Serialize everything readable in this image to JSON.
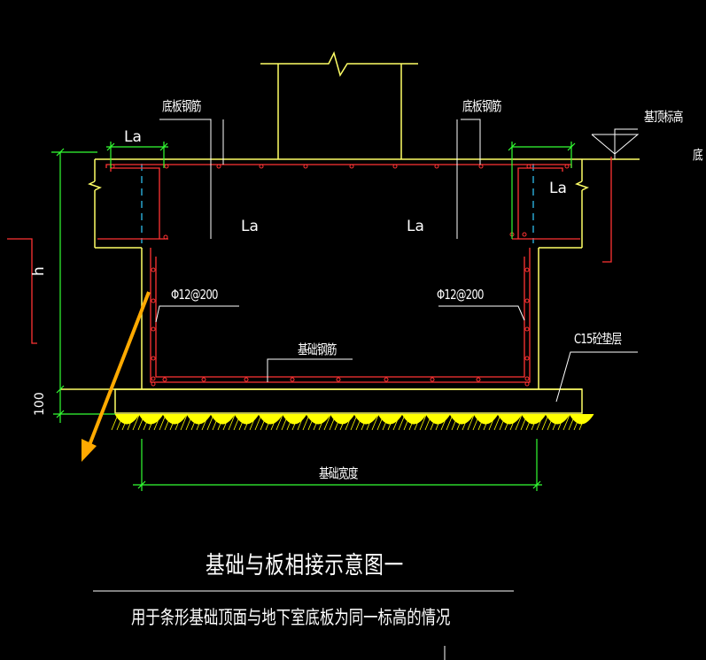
{
  "labels": {
    "bottom_rebar_left": "底板钢筋",
    "bottom_rebar_right": "底板钢筋",
    "top_elev": "基顶标高",
    "clipped_text": "底",
    "la_top_left": "La",
    "la_mid_left": "La",
    "la_mid_right": "La",
    "la_right": "La",
    "h": "h",
    "dim_100": "100",
    "stirrup_left": "Φ12@200",
    "stirrup_right": "Φ12@200",
    "foundation_rebar": "基础钢筋",
    "cushion": "C15砼垫层",
    "width": "基础宽度",
    "title": "基础与板相接示意图一",
    "subtitle": "用于条形基础顶面与地下室底板为同一标高的情况"
  },
  "colors": {
    "background": "#000000",
    "concrete_outline": "#ffff66",
    "rebar": "#ff3333",
    "dimension": "#33ff33",
    "leader": "#ffffff",
    "axis": "#33ccff",
    "arrow": "#ffaa00",
    "soil_hatch": "#ffff00"
  }
}
